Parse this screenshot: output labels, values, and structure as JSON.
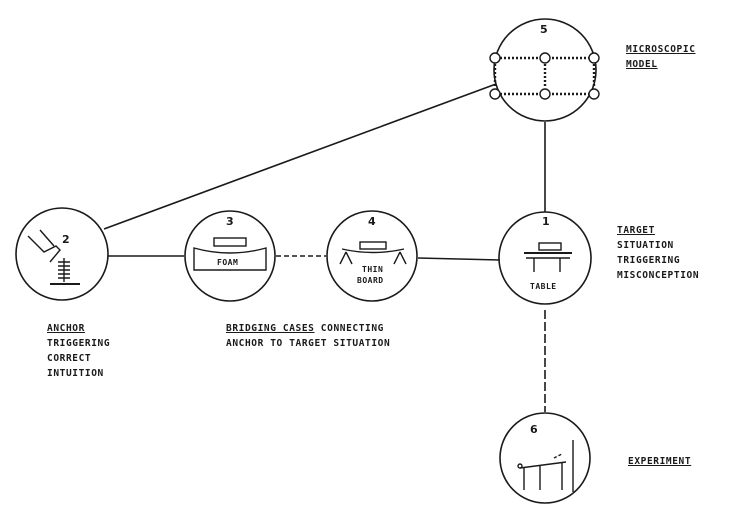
{
  "nodes": {
    "n1": {
      "number": "1",
      "inner_label": "TABLE"
    },
    "n2": {
      "number": "2"
    },
    "n3": {
      "number": "3",
      "inner_label": "FOAM"
    },
    "n4": {
      "number": "4",
      "inner_label_1": "THIN",
      "inner_label_2": "BOARD"
    },
    "n5": {
      "number": "5"
    },
    "n6": {
      "number": "6"
    }
  },
  "labels": {
    "microscopic": {
      "line1": "MICROSCOPIC",
      "line2": "MODEL"
    },
    "target": {
      "line1": "TARGET",
      "line2": "SITUATION",
      "line3": "TRIGGERING",
      "line4": "MISCONCEPTION"
    },
    "anchor": {
      "line1": "ANCHOR",
      "line2": "TRIGGERING",
      "line3": "CORRECT",
      "line4": "INTUITION"
    },
    "bridging": {
      "word1": "BRIDGING CASES",
      "rest1": " CONNECTING",
      "line2": "ANCHOR TO TARGET SITUATION"
    },
    "experiment": {
      "line1": "EXPERIMENT"
    }
  }
}
